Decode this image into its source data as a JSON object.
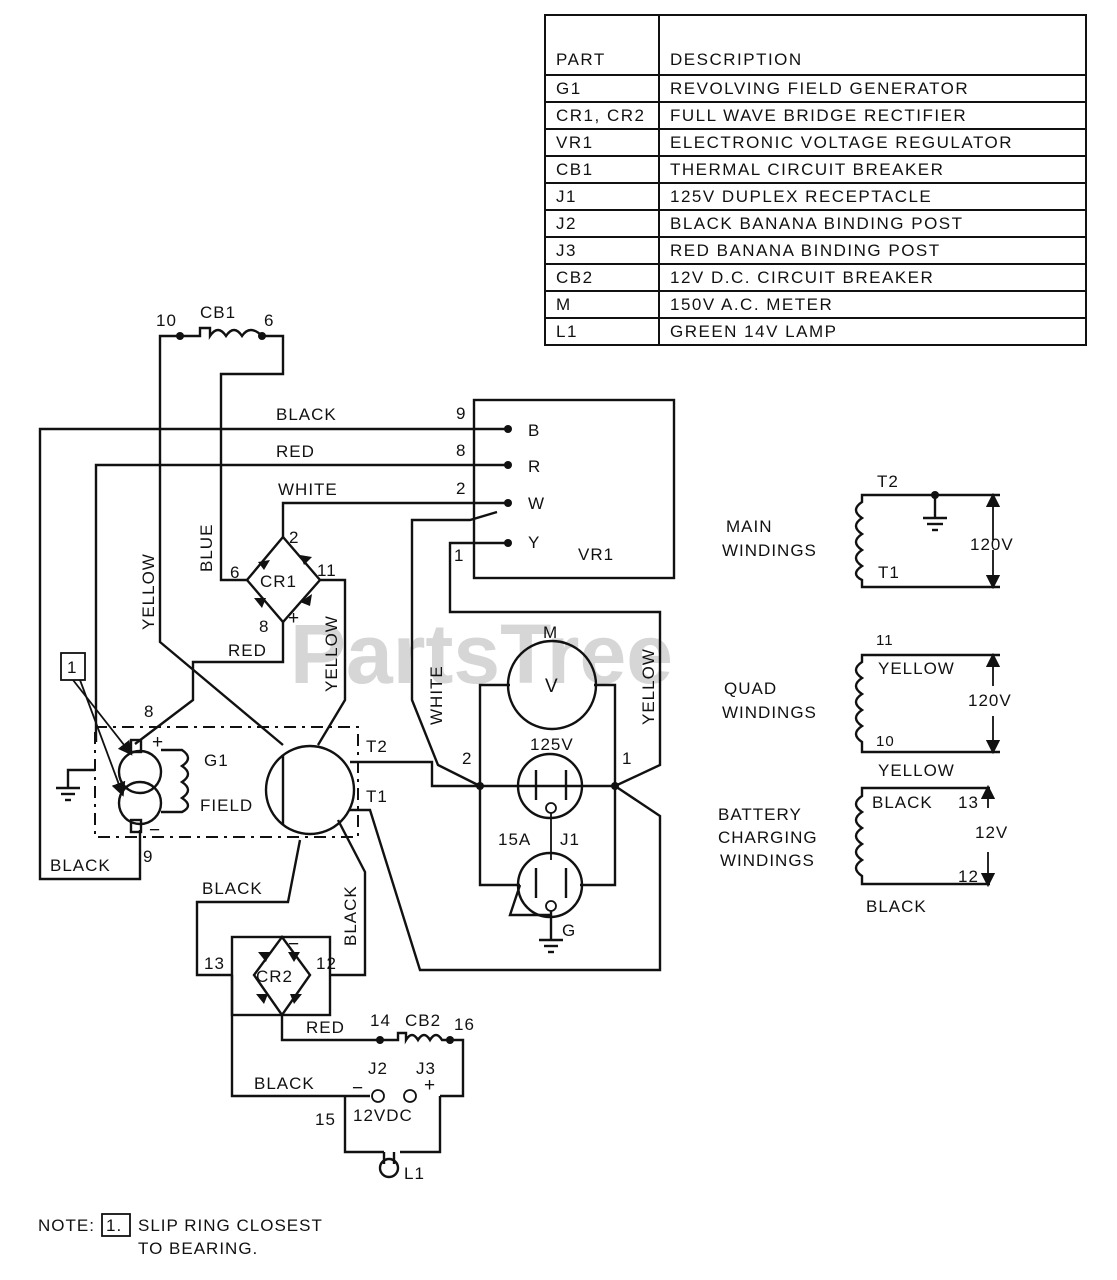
{
  "parts_table": {
    "headers": {
      "part": "PART",
      "description": "DESCRIPTION"
    },
    "rows": [
      {
        "part": "G1",
        "description": "REVOLVING FIELD GENERATOR"
      },
      {
        "part": "CR1, CR2",
        "description": "FULL WAVE BRIDGE RECTIFIER"
      },
      {
        "part": "VR1",
        "description": "ELECTRONIC VOLTAGE REGULATOR"
      },
      {
        "part": "CB1",
        "description": "THERMAL CIRCUIT BREAKER"
      },
      {
        "part": "J1",
        "description": "125V DUPLEX RECEPTACLE"
      },
      {
        "part": "J2",
        "description": "BLACK BANANA BINDING POST"
      },
      {
        "part": "J3",
        "description": "RED BANANA BINDING POST"
      },
      {
        "part": "CB2",
        "description": "12V D.C. CIRCUIT BREAKER"
      },
      {
        "part": "M",
        "description": "150V A.C. METER"
      },
      {
        "part": "L1",
        "description": "GREEN 14V LAMP"
      }
    ]
  },
  "regulator": {
    "label": "VR1",
    "terminals": {
      "b": "B",
      "r": "R",
      "w": "W",
      "y": "Y"
    },
    "wire_numbers": {
      "black": "9",
      "red": "8",
      "white": "2",
      "yellow": "1"
    }
  },
  "wire_colors": {
    "black": "BLACK",
    "red": "RED",
    "white": "WHITE",
    "blue": "BLUE",
    "yellow": "YELLOW"
  },
  "cb1": {
    "label": "CB1",
    "left": "10",
    "right": "6"
  },
  "cr1": {
    "label": "CR1",
    "top": "2",
    "left": "6",
    "right": "11",
    "bottom": "8",
    "plus": "+"
  },
  "generator": {
    "callout": "1",
    "label": "G1",
    "field": "FIELD",
    "plus": "+",
    "minus": "−",
    "brush_top": "8",
    "brush_bottom": "9",
    "t2": "T2",
    "t1": "T1"
  },
  "meter": {
    "label": "M",
    "symbol": "V"
  },
  "receptacle": {
    "voltage": "125V",
    "amps": "15A",
    "label": "J1",
    "ground": "G",
    "left_node": "2",
    "right_node": "1"
  },
  "cr2": {
    "label": "CR2",
    "left": "13",
    "right": "12",
    "minus": "−"
  },
  "cb2": {
    "label": "CB2",
    "left": "14",
    "right": "16"
  },
  "dc_output": {
    "j2": "J2",
    "j3": "J3",
    "minus": "−",
    "plus": "+",
    "voltage": "12VDC",
    "wire": "15",
    "lamp": "L1"
  },
  "windings": {
    "main": {
      "title": [
        "MAIN",
        "WINDINGS"
      ],
      "top": "T2",
      "bottom": "T1",
      "voltage": "120V"
    },
    "quad": {
      "title": [
        "QUAD",
        "WINDINGS"
      ],
      "top": "11",
      "bottom": "10",
      "top_wire": "YELLOW",
      "bottom_wire": "YELLOW",
      "voltage": "120V"
    },
    "battery": {
      "title": [
        "BATTERY",
        "CHARGING",
        "WINDINGS"
      ],
      "top": "13",
      "bottom": "12",
      "top_wire": "BLACK",
      "bottom_wire": "BLACK",
      "voltage": "12V"
    }
  },
  "note": {
    "prefix": "NOTE:",
    "number": "1.",
    "line1": "SLIP RING CLOSEST",
    "line2": "TO BEARING."
  },
  "watermark": "PartsTree"
}
